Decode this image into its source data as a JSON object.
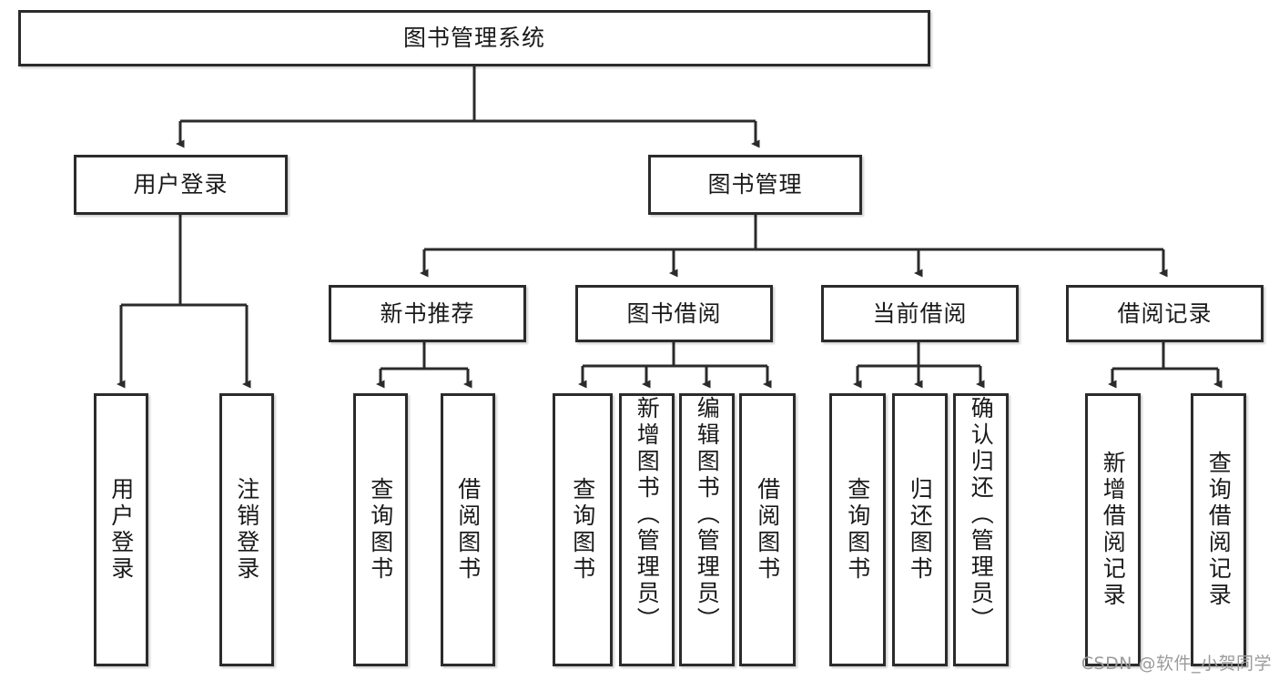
{
  "diagram": {
    "type": "tree-hierarchy",
    "title": "图书管理系统",
    "watermark": "CSDN @软件_小贺同学",
    "colors": {
      "border": "#2b2b2b",
      "background": "#ffffff",
      "text": "#1a1a1a",
      "watermark": "#9b9b9b"
    },
    "nodes": {
      "root": {
        "label": "图书管理系统",
        "level": 1
      },
      "level2": [
        {
          "id": "user-login",
          "label": "用户登录"
        },
        {
          "id": "book-management",
          "label": "图书管理"
        }
      ],
      "level3": [
        {
          "id": "new-book-recommend",
          "label": "新书推荐"
        },
        {
          "id": "book-borrow",
          "label": "图书借阅"
        },
        {
          "id": "current-borrow",
          "label": "当前借阅"
        },
        {
          "id": "borrow-record",
          "label": "借阅记录"
        }
      ],
      "leaves": {
        "user-login": [
          {
            "id": "leaf-user-login",
            "label": "用户登录"
          },
          {
            "id": "leaf-logout-login",
            "label": "注销登录"
          }
        ],
        "new-book-recommend": [
          {
            "id": "leaf-query-book-1",
            "label": "查询图书"
          },
          {
            "id": "leaf-borrow-book-1",
            "label": "借阅图书"
          }
        ],
        "book-borrow": [
          {
            "id": "leaf-query-book-2",
            "label": "查询图书"
          },
          {
            "id": "leaf-add-book",
            "label": "新增图书（管理员）"
          },
          {
            "id": "leaf-edit-book",
            "label": "编辑图书（管理员）"
          },
          {
            "id": "leaf-borrow-book-2",
            "label": "借阅图书"
          }
        ],
        "current-borrow": [
          {
            "id": "leaf-query-book-3",
            "label": "查询图书"
          },
          {
            "id": "leaf-return-book",
            "label": "归还图书"
          },
          {
            "id": "leaf-confirm-return",
            "label": "确认归还（管理员）"
          }
        ],
        "borrow-record": [
          {
            "id": "leaf-add-record",
            "label": "新增借阅记录"
          },
          {
            "id": "leaf-query-record",
            "label": "查询借阅记录"
          }
        ]
      }
    }
  }
}
